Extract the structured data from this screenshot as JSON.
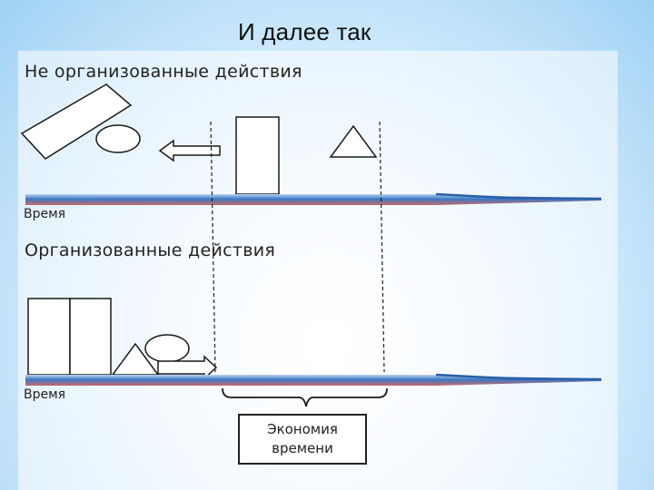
{
  "title": "И далее так",
  "sections": {
    "unorganized": {
      "heading": "Не организованные действия",
      "time_label": "Время"
    },
    "organized": {
      "heading": "Организованные действия",
      "time_label": "Время"
    }
  },
  "savings": {
    "line1": "Экономия",
    "line2": "времени"
  },
  "colors": {
    "arrow_blue": "#2f6fbf",
    "arrow_light": "#a9c8ec",
    "arrow_red": "#b85a5a",
    "shape_stroke": "#1a1a1a",
    "shape_fill": "#ffffff"
  }
}
